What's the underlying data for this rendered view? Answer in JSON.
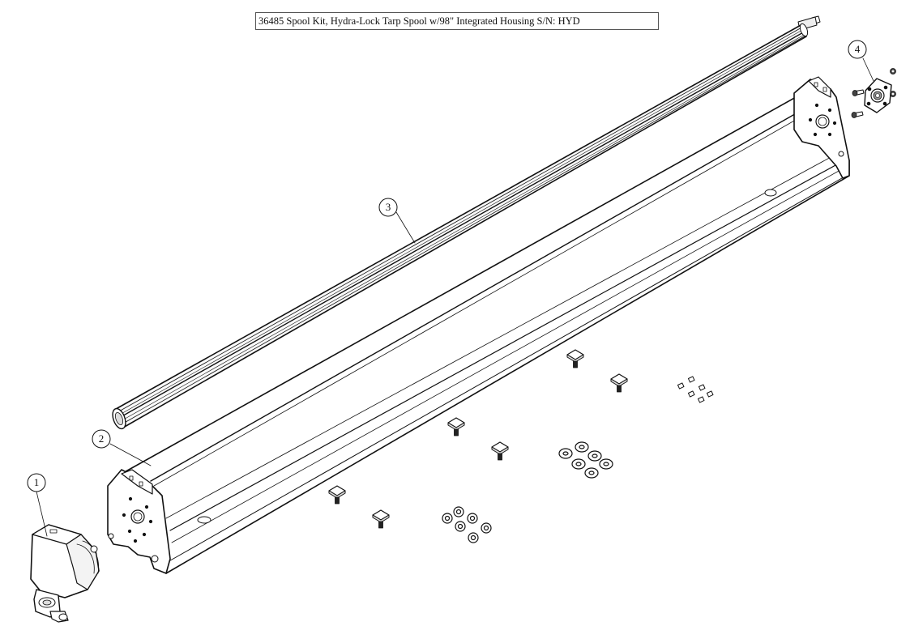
{
  "title": "36485 Spool Kit, Hydra-Lock Tarp Spool w/98\" Integrated Housing S/N: HYD",
  "callouts": [
    {
      "num": "1",
      "part": "motor"
    },
    {
      "num": "2",
      "part": "housing"
    },
    {
      "num": "3",
      "part": "spool-tube"
    },
    {
      "num": "4",
      "part": "bearing-flange"
    }
  ]
}
